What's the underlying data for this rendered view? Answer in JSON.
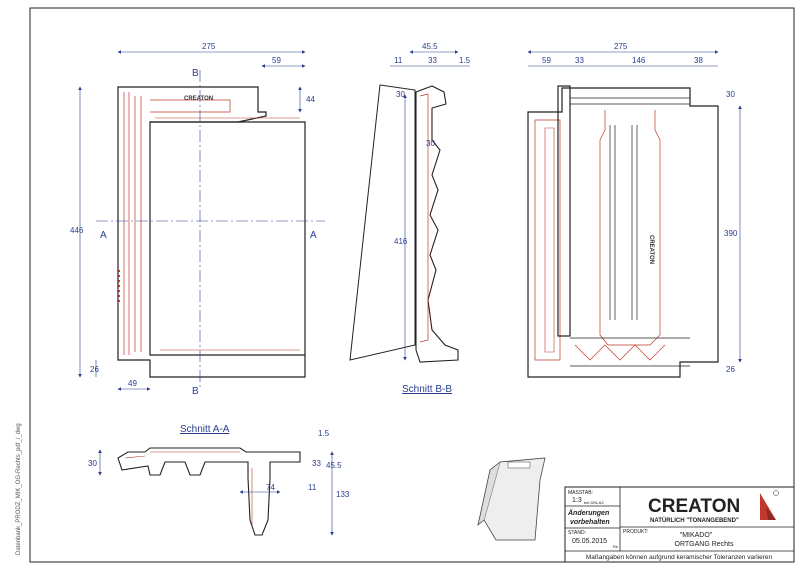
{
  "sidebar": {
    "path": "Datenbank_PRODZ_MIK_OG-Rechts_pdf_/_dwg"
  },
  "views": {
    "front": {
      "dims": {
        "width": "275",
        "top_right": "59",
        "right_small": "44",
        "height": "446",
        "bottom": "26",
        "bottom_left": "49"
      },
      "markers": {
        "a": "A",
        "b": "B"
      }
    },
    "section_bb": {
      "title": "Schnitt B-B",
      "dims": {
        "top": "45.5",
        "top_left": "11",
        "top_mid": "33",
        "top_right": "1.5",
        "left_top": "30",
        "inner": "30",
        "height": "416"
      }
    },
    "back": {
      "dims": {
        "width": "275",
        "d1": "59",
        "d2": "33",
        "d3": "146",
        "d4": "38",
        "right_top": "30",
        "height": "390",
        "bottom": "26"
      }
    },
    "section_aa": {
      "title": "Schnitt A-A",
      "dims": {
        "left": "30",
        "r1": "1.5",
        "r2": "33",
        "r3": "45.5",
        "bottom": "74",
        "small": "11",
        "height": "133"
      }
    }
  },
  "titleblock": {
    "massstab_label": "MASSTAB:",
    "massstab_value": "1:3",
    "massstab_note": "bei DIN-A3",
    "changes_line1": "Änderungen",
    "changes_line2": "vorbehalten",
    "stand_label": "STAND:",
    "stand_value": "05.05.2015",
    "stand_rs": "Rs",
    "produkt_label": "PRODUKT:",
    "product_name": "\"MIKADO\"",
    "product_variant": "ORTGANG Rechts",
    "brand": "CREATON",
    "slogan": "NATÜRLICH \"TONANGEBEND\"",
    "disclaimer": "Maßangaben können aufgrund keramischer Toleranzen variieren"
  },
  "logo_text": {
    "tile1": "CREATON",
    "tile2": "CREATON"
  },
  "colors": {
    "dimension": "#2a3d8f",
    "outline": "#222222",
    "section": "#c0392b",
    "brand_red": "#c0392b"
  }
}
